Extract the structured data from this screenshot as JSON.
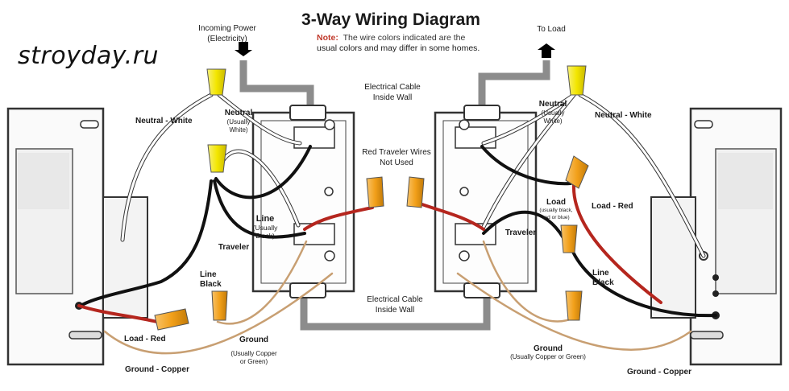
{
  "diagram": {
    "title": "3-Way Wiring Diagram",
    "note_label": "Note:",
    "note_line1": "The wire colors indicated are the",
    "note_line2": "usual colors and may differ in some homes.",
    "watermark": "stroyday.ru",
    "incoming_power_1": "Incoming Power",
    "incoming_power_2": "(Electricity)",
    "to_load": "To Load",
    "cable_top_1": "Electrical Cable",
    "cable_top_2": "Inside Wall",
    "cable_bottom_1": "Electrical Cable",
    "cable_bottom_2": "Inside Wall",
    "red_traveler_1": "Red Traveler Wires",
    "red_traveler_2": "Not Used",
    "left": {
      "neutral_white": "Neutral - White",
      "neutral_1": "Neutral",
      "neutral_2": "(Usually",
      "neutral_3": "White)",
      "line_1": "Line",
      "line_2": "(Usually",
      "line_3": "Black)",
      "traveler": "Traveler",
      "line_black_1": "Line",
      "line_black_2": "Black",
      "load_red": "Load - Red",
      "ground_1": "Ground",
      "ground_2": "(Usually Copper",
      "ground_3": "or Green)",
      "ground_copper": "Ground - Copper"
    },
    "right": {
      "neutral_1": "Neutral",
      "neutral_2": "(Usually",
      "neutral_3": "White)",
      "neutral_white": "Neutral - White",
      "load_1": "Load",
      "load_2": "(usually black,",
      "load_3": "red or blue)",
      "load_red": "Load - Red",
      "traveler": "Traveler",
      "line_black_1": "Line",
      "line_black_2": "Black",
      "ground_1": "Ground",
      "ground_2": "(Usually Copper or Green)",
      "ground_copper": "Ground - Copper"
    }
  },
  "colors": {
    "cable_gray": "#8c8c8c",
    "wire_black": "#111111",
    "wire_red": "#b5261e",
    "wire_white": "#ffffff",
    "wire_copper": "#c89f72",
    "nut_yellow": "#f3e600",
    "nut_orange": "#f2a01a",
    "box_outline": "#333333"
  }
}
